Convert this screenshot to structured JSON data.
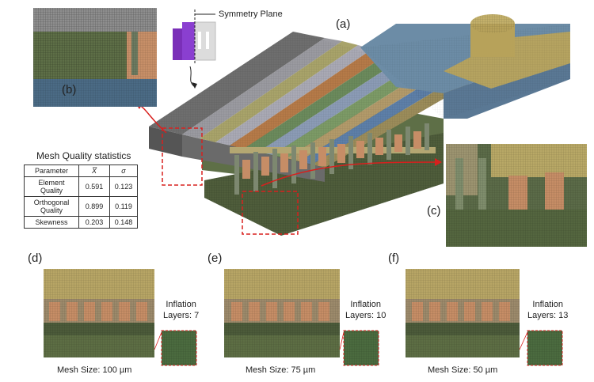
{
  "labels": {
    "a": "(a)",
    "b": "(b)",
    "c": "(c)",
    "d": "(d)",
    "e": "(e)",
    "f": "(f)",
    "symmetry_plane": "Symmetry Plane"
  },
  "mesh_quality": {
    "title": "Mesh Quality statistics",
    "headers": [
      "Parameter",
      "X̅",
      "σ"
    ],
    "rows": [
      {
        "param": "Element Quality",
        "mean": "0.591",
        "sd": "0.123"
      },
      {
        "param": "Orthogonal Quality",
        "mean": "0.899",
        "sd": "0.119"
      },
      {
        "param": "Skewness",
        "mean": "0.203",
        "sd": "0.148"
      }
    ]
  },
  "panels": [
    {
      "inflation_label": "Inflation",
      "inflation_layers": "Layers: 7",
      "mesh_size": "Mesh Size: 100 µm"
    },
    {
      "inflation_label": "Inflation",
      "inflation_layers": "Layers: 10",
      "mesh_size": "Mesh Size: 75 µm"
    },
    {
      "inflation_label": "Inflation",
      "inflation_layers": "Layers: 13",
      "mesh_size": "Mesh Size: 50 µm"
    }
  ],
  "colors": {
    "accent_red": "#d8201e",
    "mesh_green": "#5d6e44",
    "mesh_gold": "#b8a866",
    "mesh_copper": "#c49068",
    "symmetry_purple": "#7a2fb8"
  }
}
